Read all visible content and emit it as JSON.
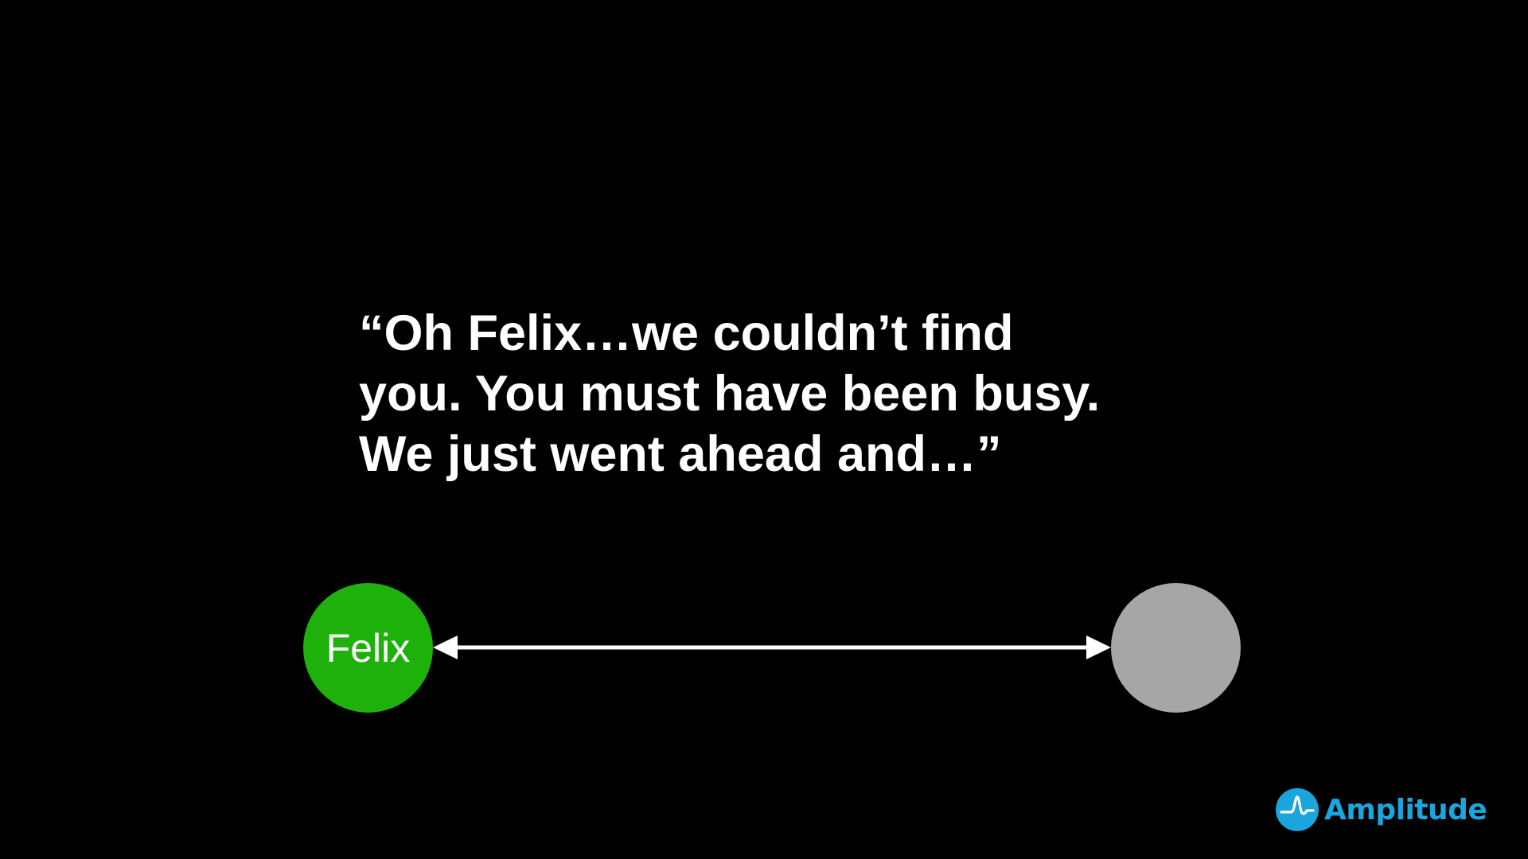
{
  "quote": {
    "lines": [
      "“Oh Felix…we couldn’t find",
      "you. You must have been busy.",
      "We just went ahead and…”"
    ]
  },
  "diagram": {
    "left_node": {
      "label": "Felix",
      "color": "#1eb10b"
    },
    "right_node": {
      "label": "",
      "color": "#a6a6a6"
    },
    "connector": {
      "type": "double-arrow",
      "color": "#ffffff"
    }
  },
  "brand": {
    "name": "Amplitude",
    "icon": "amplitude-logo-icon",
    "color": "#1aa5dc"
  }
}
